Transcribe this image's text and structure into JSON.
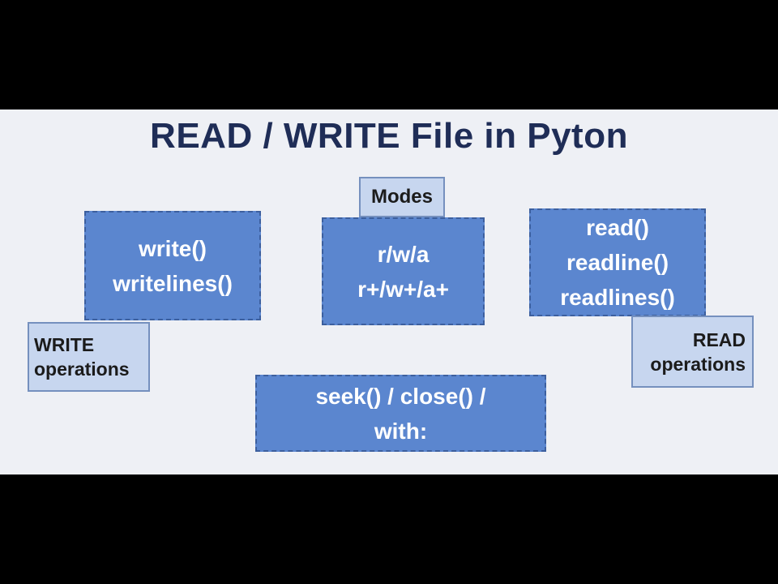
{
  "title": "READ / WRITE File in Pyton",
  "write_box": {
    "lines": [
      "write()",
      "writelines()"
    ]
  },
  "write_tag": {
    "lines": [
      "WRITE",
      "operations"
    ]
  },
  "modes_tag": {
    "label": "Modes"
  },
  "modes_box": {
    "lines": [
      "r/w/a",
      "r+/w+/a+"
    ]
  },
  "read_box": {
    "lines": [
      "read()",
      "readline()",
      "readlines()"
    ]
  },
  "read_tag": {
    "lines": [
      "READ",
      "operations"
    ]
  },
  "misc_box": {
    "lines": [
      "seek() / close() /",
      "with:"
    ]
  },
  "colors": {
    "box_fill": "#5b86cf",
    "tag_fill": "#c7d6ef",
    "title": "#1f2d57",
    "panel": "#eef0f5"
  }
}
